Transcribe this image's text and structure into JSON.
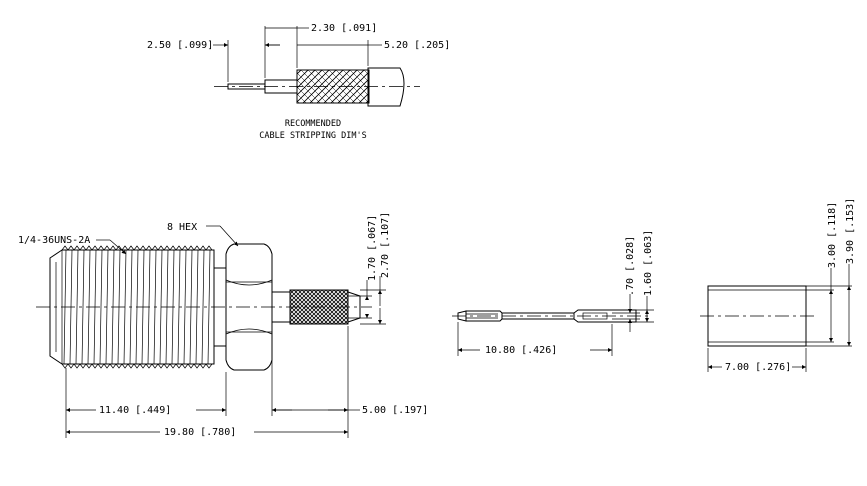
{
  "strip": {
    "dim_left": "2.50 [.099]",
    "dim_mid": "2.30 [.091]",
    "dim_right": "5.20 [.205]",
    "caption_line1": "RECOMMENDED",
    "caption_line2": "CABLE STRIPPING DIM'S"
  },
  "connector": {
    "thread_label": "1/4-36UNS-2A",
    "hex_label": "8 HEX",
    "dim_1": "1.70 [.067]",
    "dim_2": "2.70 [.107]",
    "dim_3": "11.40 [.449]",
    "dim_4": "5.00 [.197]",
    "dim_5": "19.80 [.780]"
  },
  "pin": {
    "dim_1": ".70 [.028]",
    "dim_2": "1.60 [.063]",
    "dim_3": "10.80 [.426]"
  },
  "ferrule": {
    "dim_1": "3.00 [.118]",
    "dim_2": "3.90 [.153]",
    "dim_3": "7.00 [.276]"
  }
}
